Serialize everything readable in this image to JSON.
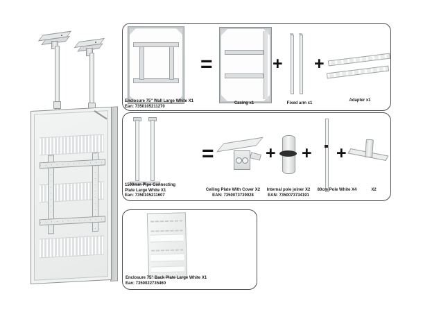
{
  "symbols": {
    "equals": "=",
    "plus": "+"
  },
  "colors": {
    "box_border": "#4d4d4d",
    "text": "#1a1a1a",
    "metal_light": "#f2f3f3",
    "metal_mid": "#dfe1e1",
    "metal_dark": "#b9bcbe",
    "joiner_ring": "#2e2e2e"
  },
  "kits": {
    "wall": {
      "product_label": "Enclosure 75\" Wall Large White X1",
      "product_ean": "Ean: 7350105211270",
      "casing_label": "Casing x1",
      "fixed_arm_label": "Fixed arm x1",
      "adapter_label": "Adapter x1"
    },
    "pipe": {
      "product_label_line1": "1500mm Pipe Connecting",
      "product_label_line2": "Plate Large White X1",
      "product_ean": "Ean: 7350105211607",
      "ceiling_plate_label": "Ceiling Plate With Cover X2",
      "ceiling_plate_ean": "EAN: 7350073739028",
      "pole_joiner_label": "Internal pole joiner X2",
      "pole_joiner_ean": "EAN: 7350073734191",
      "pole_label": "80cm Pole White X4",
      "foot_count_label": "X2"
    },
    "back": {
      "product_label": "Enclosure 75\" Back Plate Large White X1",
      "product_ean": "Ean: 7350022735460"
    }
  }
}
